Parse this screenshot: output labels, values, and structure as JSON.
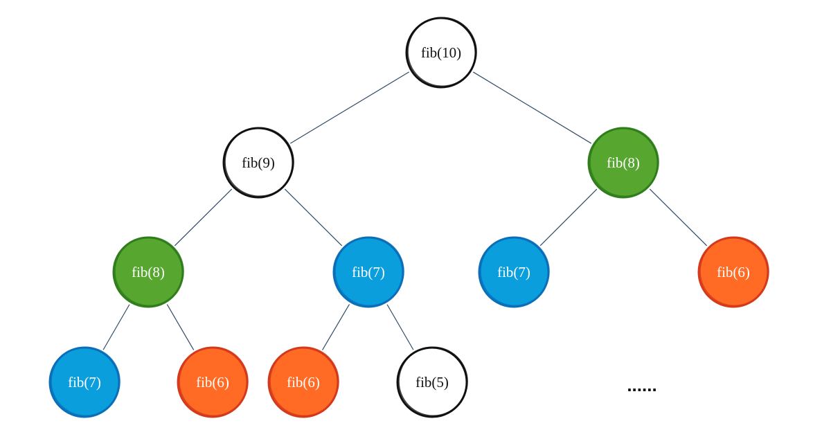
{
  "colors": {
    "background": "#ffffff",
    "edge": "#2f4a66",
    "default_stroke": "#111111",
    "default_fill": "#ffffff",
    "default_text": "#111111",
    "green_fill": "#57a630",
    "green_stroke": "#2f7d1c",
    "blue_fill": "#0a9fdc",
    "blue_stroke": "#0a6fb8",
    "orange_fill": "#ff6a24",
    "orange_stroke": "#d4391b",
    "colored_text": "#ffffff"
  },
  "nodes": [
    {
      "id": "n10",
      "label": "fib(10)",
      "color": "default"
    },
    {
      "id": "n9",
      "label": "fib(9)",
      "color": "default"
    },
    {
      "id": "n8r",
      "label": "fib(8)",
      "color": "green"
    },
    {
      "id": "n8l",
      "label": "fib(8)",
      "color": "green"
    },
    {
      "id": "n7m",
      "label": "fib(7)",
      "color": "blue"
    },
    {
      "id": "n7r",
      "label": "fib(7)",
      "color": "blue"
    },
    {
      "id": "n6r",
      "label": "fib(6)",
      "color": "orange"
    },
    {
      "id": "n7ll",
      "label": "fib(7)",
      "color": "blue"
    },
    {
      "id": "n6ll",
      "label": "fib(6)",
      "color": "orange"
    },
    {
      "id": "n6ml",
      "label": "fib(6)",
      "color": "orange"
    },
    {
      "id": "n5",
      "label": "fib(5)",
      "color": "default"
    }
  ],
  "edges": [
    [
      "n10",
      "n9"
    ],
    [
      "n10",
      "n8r"
    ],
    [
      "n9",
      "n8l"
    ],
    [
      "n9",
      "n7m"
    ],
    [
      "n8r",
      "n7r"
    ],
    [
      "n8r",
      "n6r"
    ],
    [
      "n8l",
      "n7ll"
    ],
    [
      "n8l",
      "n6ll"
    ],
    [
      "n7m",
      "n6ml"
    ],
    [
      "n7m",
      "n5"
    ]
  ],
  "ellipsis": "......"
}
